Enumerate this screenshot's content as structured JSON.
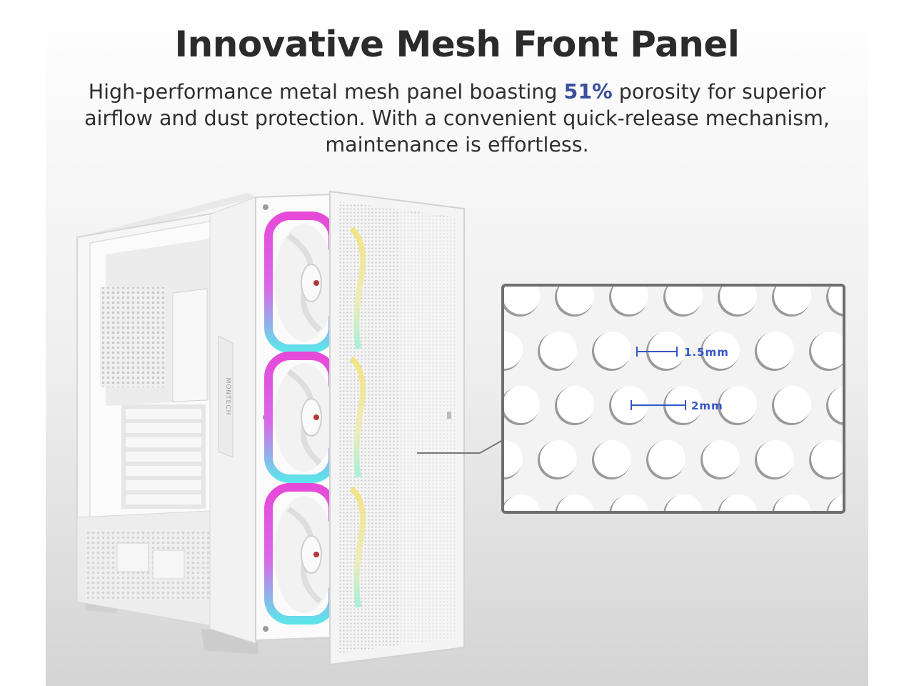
{
  "headline": "Innovative Mesh Front Panel",
  "description": {
    "before": "High-performance metal mesh panel boasting ",
    "highlight": "51%",
    "after": " porosity for superior airflow and dust protection. With a convenient quick-release mechanism, maintenance is effortless."
  },
  "case_brand": "MONTECH",
  "fan_count": 3,
  "zoom": {
    "hole_size_label": "1.5mm",
    "hole_pitch_label": "2mm"
  },
  "colors": {
    "title": "#2b2b2b",
    "highlight": "#3b4f9a",
    "dimension": "#3557c4",
    "rgb_pink": "#e040d8",
    "rgb_cyan": "#5ee0e8",
    "rgb_yellow": "#f0e070"
  }
}
